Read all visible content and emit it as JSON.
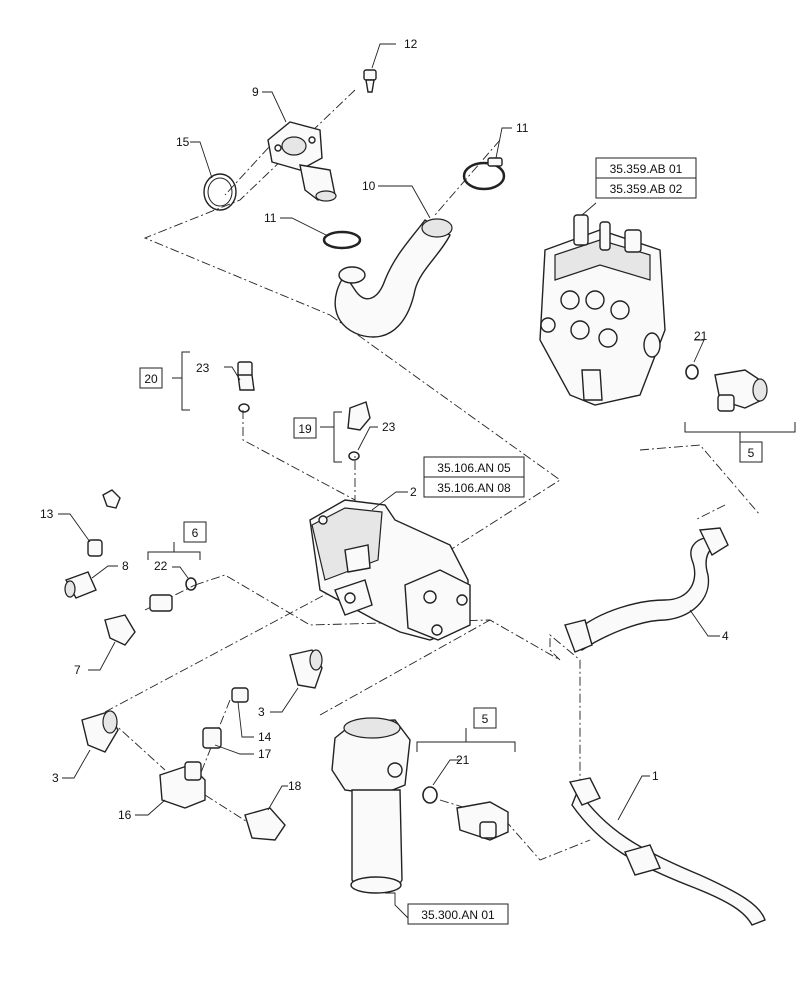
{
  "callouts": {
    "c12": "12",
    "c9": "9",
    "c15": "15",
    "c11a": "11",
    "c10": "10",
    "c11b": "11",
    "c23a": "23",
    "c23b": "23",
    "c2": "2",
    "c13": "13",
    "c8": "8",
    "c22": "22",
    "c7": "7",
    "c3a": "3",
    "c14": "14",
    "c17": "17",
    "c3b": "3",
    "c16": "16",
    "c18": "18",
    "c21a": "21",
    "c21b": "21",
    "c4": "4",
    "c1": "1"
  },
  "boxes": {
    "b20": "20",
    "b19": "19",
    "b6": "6",
    "b5a": "5",
    "b5b": "5"
  },
  "references": {
    "r1": "35.359.AB 01",
    "r2": "35.359.AB 02",
    "r3": "35.106.AN 05",
    "r4": "35.106.AN 08",
    "r5": "35.300.AN 01"
  }
}
